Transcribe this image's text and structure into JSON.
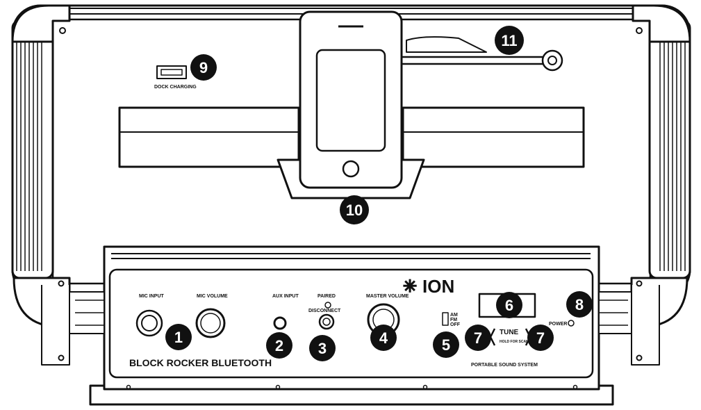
{
  "device": {
    "brand": "ION",
    "model": "BLOCK ROCKER BLUETOOTH",
    "subtitle": "PORTABLE SOUND SYSTEM"
  },
  "controls": {
    "mic_input": "MIC INPUT",
    "mic_volume": "MIC VOLUME",
    "aux_input": "AUX INPUT",
    "paired": "PAIRED",
    "disconnect": "DISCONNECT",
    "master_volume": "MASTER VOLUME",
    "band_am": "AM",
    "band_fm": "FM",
    "band_off": "OFF",
    "tune": "TUNE",
    "tune_hold": "HOLD FOR SCAN",
    "power": "POWER",
    "dock_charging": "DOCK CHARGING"
  },
  "callouts": [
    "1",
    "2",
    "3",
    "4",
    "5",
    "6",
    "7",
    "7",
    "8",
    "9",
    "10",
    "11"
  ]
}
